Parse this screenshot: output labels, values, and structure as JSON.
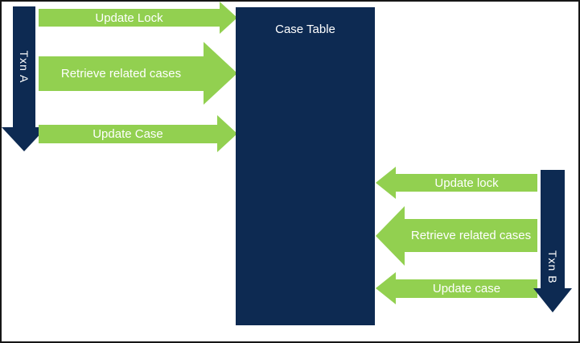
{
  "colors": {
    "navy": "#0d2a52",
    "green": "#92d050",
    "text": "#ffffff",
    "border": "#161616",
    "background": "#ffffff"
  },
  "case_table": {
    "label": "Case Table"
  },
  "txn_a": {
    "label": "Txn A",
    "direction": "down",
    "arrows": [
      {
        "label": "Update Lock",
        "direction": "right",
        "weight": "thin"
      },
      {
        "label": "Retrieve related cases",
        "direction": "right",
        "weight": "thick"
      },
      {
        "label": "Update Case",
        "direction": "right",
        "weight": "thin"
      }
    ]
  },
  "txn_b": {
    "label": "Txn B",
    "direction": "down",
    "arrows": [
      {
        "label": "Update lock",
        "direction": "left",
        "weight": "thin"
      },
      {
        "label": "Retrieve related cases",
        "direction": "left",
        "weight": "thick"
      },
      {
        "label": "Update case",
        "direction": "left",
        "weight": "thin"
      }
    ]
  }
}
